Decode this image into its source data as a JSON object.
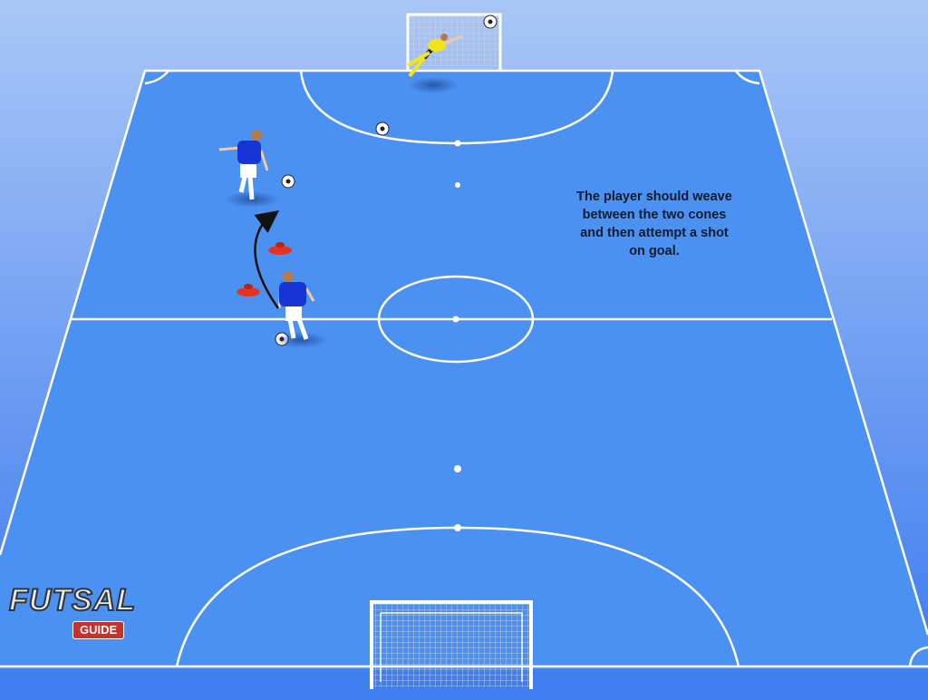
{
  "diagram": {
    "title": "Futsal drill: weave between cones and shoot",
    "instruction_lines": [
      "The player should weave",
      "between the two cones",
      "and then attempt a shot",
      "on goal."
    ],
    "logo": {
      "main": "FUTSAL",
      "sub": "GUIDE"
    },
    "colors": {
      "sky_top": "#a9c7f6",
      "sky_bottom": "#3a79ef",
      "court": "#4b91f1",
      "lines": "#ffffff",
      "player_shirt": "#1535d6",
      "goalkeeper_shirt": "#f2e41c",
      "cone": "#e5331f",
      "arrow": "#111111"
    }
  }
}
